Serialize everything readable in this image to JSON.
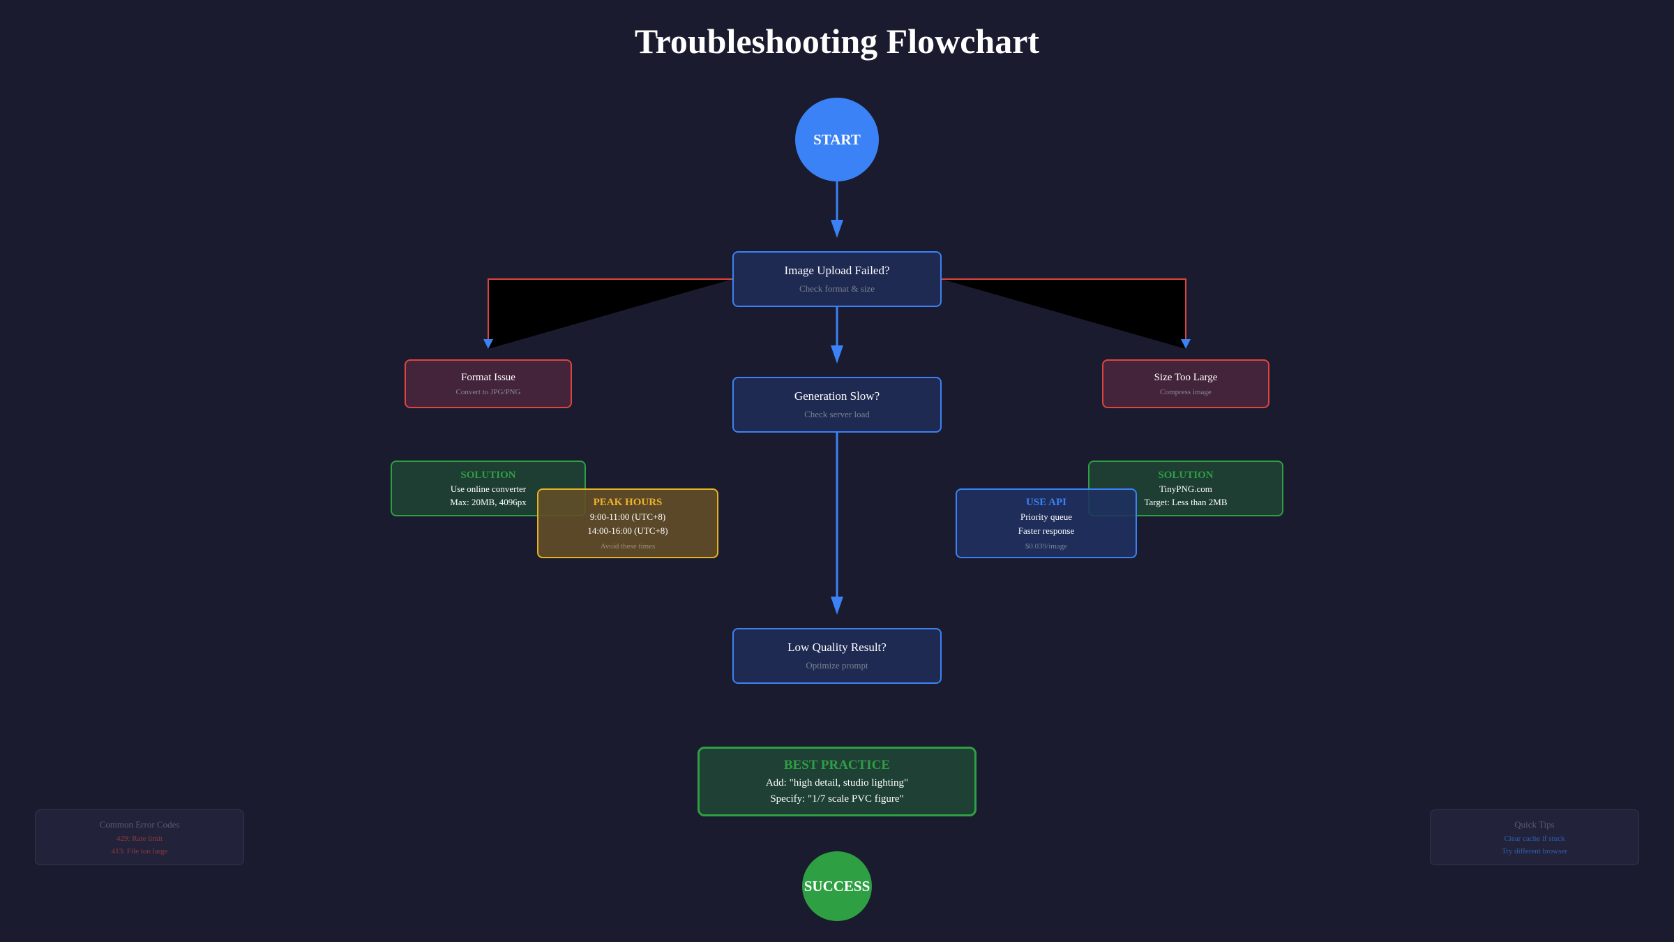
{
  "title": "Troubleshooting Flowchart",
  "start": {
    "label": "START"
  },
  "upload": {
    "label": "Image Upload Failed?",
    "hint": "Check format & size"
  },
  "format_issue": {
    "label": "Format Issue",
    "hint": "Convert to JPG/PNG"
  },
  "size_issue": {
    "label": "Size Too Large",
    "hint": "Compress image"
  },
  "generation": {
    "label": "Generation Slow?",
    "hint": "Check server load"
  },
  "solution_left": {
    "heading": "SOLUTION",
    "lines": [
      "Use online converter",
      "Max: 20MB, 4096px"
    ]
  },
  "solution_right": {
    "heading": "SOLUTION",
    "lines": [
      "TinyPNG.com",
      "Target: Less than 2MB"
    ]
  },
  "peak_hours": {
    "heading": "PEAK HOURS",
    "lines": [
      "9:00-11:00 (UTC+8)",
      "14:00-16:00 (UTC+8)"
    ],
    "note": "Avoid these times"
  },
  "use_api": {
    "heading": "USE API",
    "lines": [
      "Priority queue",
      "Faster response"
    ],
    "note": "$0.039/image"
  },
  "quality": {
    "label": "Low Quality Result?",
    "hint": "Optimize prompt"
  },
  "best_practice": {
    "heading": "BEST PRACTICE",
    "lines": [
      "Add: \"high detail, studio lighting\"",
      "Specify: \"1/7 scale PVC figure\""
    ]
  },
  "success": {
    "label": "SUCCESS"
  },
  "error_codes": {
    "title": "Common Error Codes",
    "items": [
      "429: Rate limit",
      "413: File too large"
    ]
  },
  "quick_tips": {
    "title": "Quick Tips",
    "items": [
      "Clear cache if stuck",
      "Try different browser"
    ]
  },
  "colors": {
    "background": "#1a1b2e",
    "primary_blue": "#3b82f6",
    "error_red": "#e0443e",
    "success_green": "#2ea043",
    "warning_yellow": "#f0b429"
  }
}
